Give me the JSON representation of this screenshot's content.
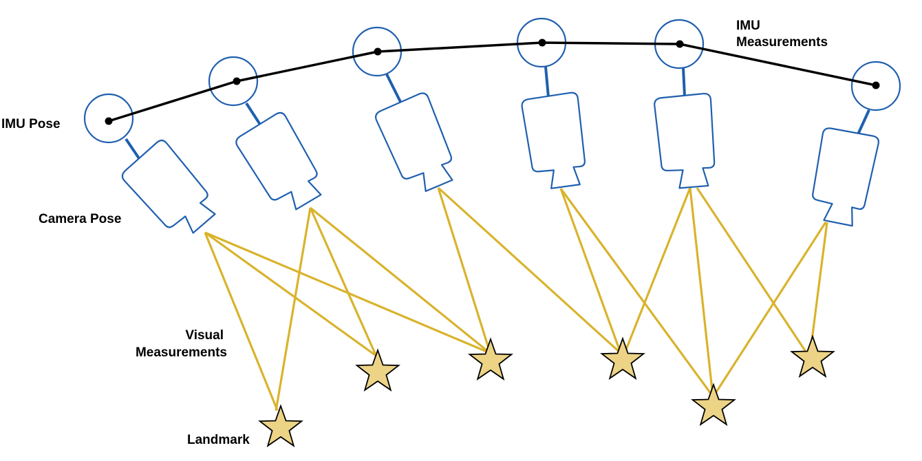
{
  "labels": {
    "imu_measurements_line1": "IMU",
    "imu_measurements_line2": "Measurements",
    "imu_pose": "IMU Pose",
    "camera_pose": "Camera Pose",
    "visual_measurements_line1": "Visual",
    "visual_measurements_line2": "Measurements",
    "landmark": "Landmark"
  },
  "colors": {
    "trajectory": "#000000",
    "imu_circle": "#1f5fae",
    "camera": "#1f5fae",
    "visual_measurement": "#d9b32c",
    "landmark_fill": "#ecd386"
  },
  "icons": {
    "imu_pose": "circle-with-dot",
    "camera_pose": "camera-body",
    "landmark": "star"
  }
}
